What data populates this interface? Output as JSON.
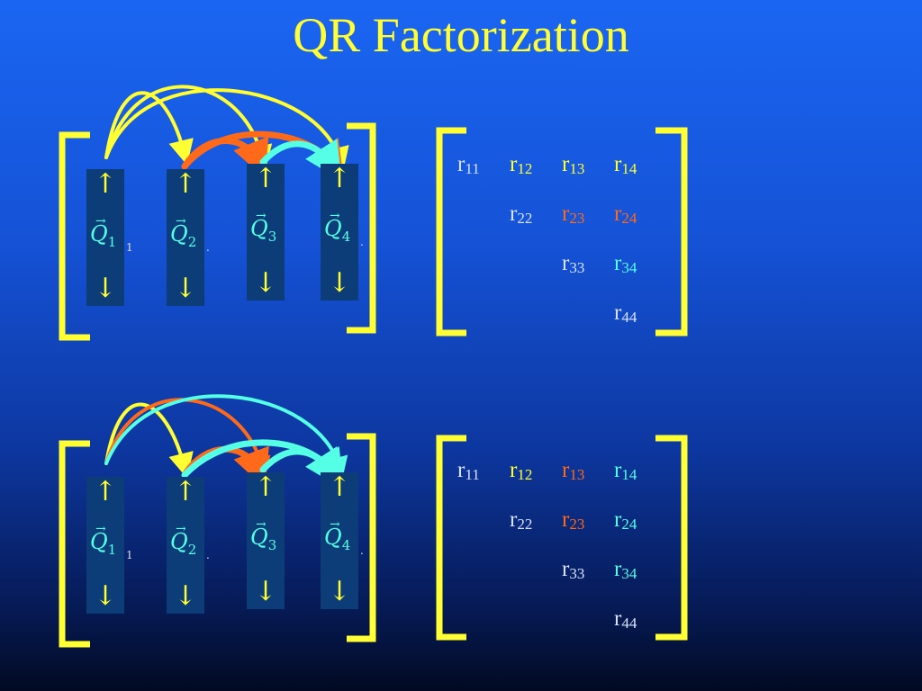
{
  "title": "QR Factorization",
  "colors": {
    "yellow": "#ffff33",
    "orange": "#ff6a1a",
    "cyan": "#55ffe6",
    "white": "#d8e4ff"
  },
  "column_glyphs": {
    "up": "↑",
    "down": "↓",
    "vector": "→"
  },
  "panels": [
    {
      "columns": [
        {
          "name": "Q",
          "sub": "1",
          "tick": "1"
        },
        {
          "name": "Q",
          "sub": "2",
          "tick": "."
        },
        {
          "name": "Q",
          "sub": "3",
          "tick": ""
        },
        {
          "name": "Q",
          "sub": "4",
          "tick": "."
        }
      ],
      "r_matrix": [
        {
          "text": "r",
          "sub": "11",
          "color": "white"
        },
        {
          "text": "r",
          "sub": "12",
          "color": "yellow"
        },
        {
          "text": "r",
          "sub": "13",
          "color": "yellow"
        },
        {
          "text": "r",
          "sub": "14",
          "color": "yellow"
        },
        {
          "text": "r",
          "sub": "22",
          "color": "white"
        },
        {
          "text": "r",
          "sub": "23",
          "color": "orange"
        },
        {
          "text": "r",
          "sub": "24",
          "color": "orange"
        },
        {
          "text": "r",
          "sub": "33",
          "color": "white"
        },
        {
          "text": "r",
          "sub": "34",
          "color": "cyan"
        },
        {
          "text": "r",
          "sub": "44",
          "color": "white"
        }
      ]
    },
    {
      "columns": [
        {
          "name": "Q",
          "sub": "1",
          "tick": "1"
        },
        {
          "name": "Q",
          "sub": "2",
          "tick": "."
        },
        {
          "name": "Q",
          "sub": "3",
          "tick": ""
        },
        {
          "name": "Q",
          "sub": "4",
          "tick": "."
        }
      ],
      "r_matrix": [
        {
          "text": "r",
          "sub": "11",
          "color": "white"
        },
        {
          "text": "r",
          "sub": "12",
          "color": "yellow"
        },
        {
          "text": "r",
          "sub": "13",
          "color": "orange"
        },
        {
          "text": "r",
          "sub": "14",
          "color": "cyan"
        },
        {
          "text": "r",
          "sub": "22",
          "color": "white"
        },
        {
          "text": "r",
          "sub": "23",
          "color": "orange"
        },
        {
          "text": "r",
          "sub": "24",
          "color": "cyan"
        },
        {
          "text": "r",
          "sub": "33",
          "color": "white"
        },
        {
          "text": "r",
          "sub": "34",
          "color": "cyan"
        },
        {
          "text": "r",
          "sub": "44",
          "color": "white"
        }
      ]
    }
  ]
}
